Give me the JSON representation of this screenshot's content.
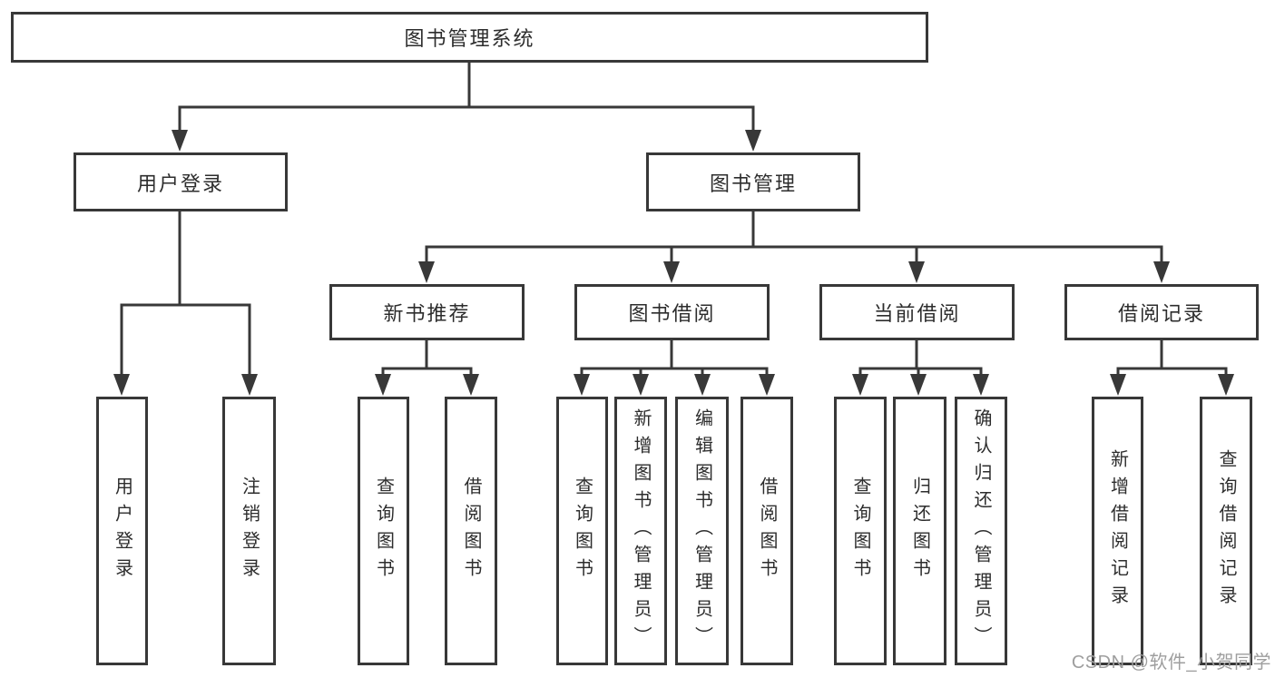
{
  "diagram_type": "hierarchy-tree",
  "colors": {
    "background": "#ffffff",
    "line": "#383838",
    "box_border": "#383838",
    "text": "#2d2d2d",
    "watermark": "#9e9e9e"
  },
  "tree": {
    "label": "图书管理系统",
    "children": [
      {
        "label": "用户登录",
        "children": [
          {
            "label": "用户登录"
          },
          {
            "label": "注销登录"
          }
        ]
      },
      {
        "label": "图书管理",
        "children": [
          {
            "label": "新书推荐",
            "children": [
              {
                "label": "查询图书"
              },
              {
                "label": "借阅图书"
              }
            ]
          },
          {
            "label": "图书借阅",
            "children": [
              {
                "label": "查询图书"
              },
              {
                "label": "新增图书（管理员）"
              },
              {
                "label": "编辑图书（管理员）"
              },
              {
                "label": "借阅图书"
              }
            ]
          },
          {
            "label": "当前借阅",
            "children": [
              {
                "label": "查询图书"
              },
              {
                "label": "归还图书"
              },
              {
                "label": "确认归还（管理员）"
              }
            ]
          },
          {
            "label": "借阅记录",
            "children": [
              {
                "label": "新增借阅记录"
              },
              {
                "label": "查询借阅记录"
              }
            ]
          }
        ]
      }
    ]
  },
  "watermark": {
    "text": "CSDN @软件_小贺同学"
  }
}
